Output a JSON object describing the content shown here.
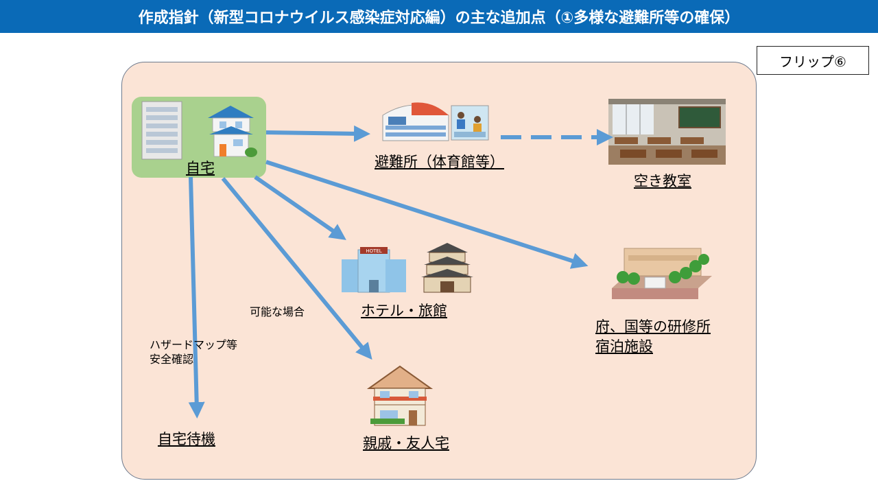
{
  "header": {
    "title": "作成指針（新型コロナウイルス感染症対応編）の主な追加点（①多様な避難所等の確保）"
  },
  "flip": {
    "label": "フリップ⑥"
  },
  "nodes": {
    "home": "自宅",
    "shelter": "避難所（体育館等）",
    "classroom": "空き教室",
    "hotel": "ホテル・旅館",
    "training_line1": "府、国等の研修所",
    "training_line2": "宿泊施設",
    "relatives": "親戚・友人宅",
    "stay_home": "自宅待機"
  },
  "annotations": {
    "possible": "可能な場合",
    "hazard_line1": "ハザードマップ等",
    "hazard_line2": "安全確認"
  },
  "colors": {
    "header": "#0a6ab7",
    "panel": "#fbe4d6",
    "home_box": "#a9d18e",
    "arrow": "#5b9bd5"
  }
}
